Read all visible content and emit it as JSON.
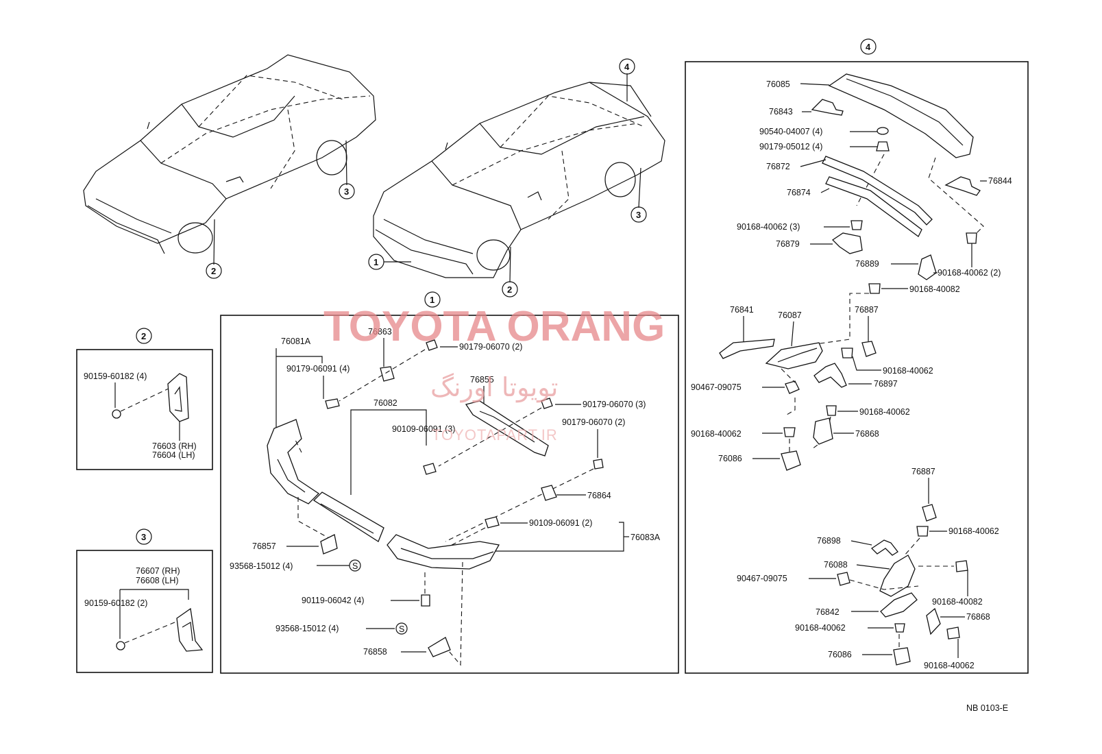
{
  "watermark": {
    "brand": "TOYOTA ORANG",
    "arabic": "تویوتا اورنگ",
    "site": "TOYOTAPART.IR"
  },
  "figure_code": "NB 0103-E",
  "callouts": {
    "c1": "1",
    "c2": "2",
    "c3": "3",
    "c4": "4"
  },
  "box1": {
    "p76081A": "76081A",
    "p76863": "76863",
    "p90179_06070_2": "90179-06070 (2)",
    "p90179_06091_4": "90179-06091 (4)",
    "p76855": "76855",
    "p76082": "76082",
    "p90179_06070_3": "90179-06070 (3)",
    "p90109_06091_3": "90109-06091 (3)",
    "p90179_06070_2b": "90179-06070 (2)",
    "p76864": "76864",
    "p90109_06091_2": "90109-06091 (2)",
    "p76083A": "76083A",
    "p76857": "76857",
    "p93568_15012_4": "93568-15012 (4)",
    "p90119_06042_4": "90119-06042 (4)",
    "p93568_15012_4b": "93568-15012 (4)",
    "p76858": "76858",
    "s_symbol": "S"
  },
  "box2": {
    "p90159_60182_4": "90159-60182 (4)",
    "p76603": "76603 (RH)",
    "p76604": "76604 (LH)"
  },
  "box3": {
    "p76607": "76607 (RH)",
    "p76608": "76608 (LH)",
    "p90159_60182_2": "90159-60182 (2)"
  },
  "box4": {
    "p76085": "76085",
    "p76843": "76843",
    "p90540_04007": "90540-04007 (4)",
    "p90179_05012": "90179-05012 (4)",
    "p76872": "76872",
    "p76844": "76844",
    "p76874": "76874",
    "p90168_40062_3": "90168-40062 (3)",
    "p76879": "76879",
    "p76889": "76889",
    "p90168_40062_2": "90168-40062 (2)",
    "p90168_40082_a": "90168-40082",
    "p76841": "76841",
    "p76087": "76087",
    "p76887_a": "76887",
    "p90168_40062_a": "90168-40062",
    "p90467_09075_a": "90467-09075",
    "p76897": "76897",
    "p90168_40062_b": "90168-40062",
    "p90168_40062_c": "90168-40062",
    "p76868_a": "76868",
    "p76086_a": "76086",
    "p76887_b": "76887",
    "p90168_40062_d": "90168-40062",
    "p76898": "76898",
    "p76088": "76088",
    "p90467_09075_b": "90467-09075",
    "p90168_40082_b": "90168-40082",
    "p76842": "76842",
    "p76868_b": "76868",
    "p90168_40062_e": "90168-40062",
    "p76086_b": "76086",
    "p90168_40062_f": "90168-40062"
  }
}
